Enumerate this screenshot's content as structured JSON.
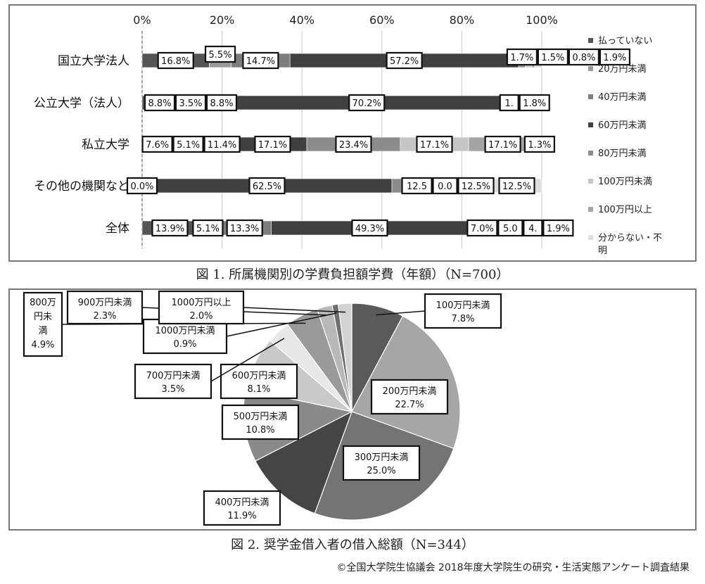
{
  "chart_data": [
    {
      "type": "bar",
      "orientation": "horizontal",
      "stacked": true,
      "title": "図 1. 所属機関別の学費負担額学費（年額）（N=700）",
      "xlim": [
        0,
        100
      ],
      "ticks": [
        "0%",
        "20%",
        "40%",
        "60%",
        "80%",
        "100%"
      ],
      "grid": true,
      "legend_position": "right",
      "categories": [
        "国立大学法人",
        "公立大学（法人）",
        "私立大学",
        "その他の機関など",
        "全体"
      ],
      "series": [
        {
          "name": "払っていない",
          "color": "#555555",
          "values": [
            16.8,
            8.8,
            7.6,
            0.0,
            13.9
          ],
          "labels": [
            "16.8%",
            "8.8%",
            "7.6%",
            "0.0%",
            "13.9%"
          ]
        },
        {
          "name": "20万円未満",
          "color": "#9a9a9a",
          "values": [
            5.5,
            3.5,
            5.1,
            0.0,
            5.1
          ],
          "labels": [
            "5.5%",
            "3.5%",
            "5.1%",
            "",
            "5.1%"
          ]
        },
        {
          "name": "40万円未満",
          "color": "#7d7d7d",
          "values": [
            14.7,
            8.8,
            11.4,
            0.0,
            13.3
          ],
          "labels": [
            "14.7%",
            "8.8%",
            "11.4%",
            "",
            "13.3%"
          ]
        },
        {
          "name": "60万円未満",
          "color": "#404040",
          "values": [
            57.2,
            70.2,
            17.1,
            62.5,
            49.3
          ],
          "labels": [
            "57.2%",
            "70.2%",
            "17.1%",
            "62.5%",
            "49.3%"
          ]
        },
        {
          "name": "80万円未満",
          "color": "#8c8c8c",
          "values": [
            1.7,
            1.1,
            23.4,
            12.5,
            7.0
          ],
          "labels": [
            "1.7%",
            "1.",
            "23.4%",
            "12.5",
            "7.0%"
          ]
        },
        {
          "name": "100万円未満",
          "color": "#c6c6c6",
          "values": [
            1.5,
            0.2,
            17.1,
            0.0,
            5.0
          ],
          "labels": [
            "1.5%",
            "",
            "17.1%",
            "0.0",
            "5.0"
          ]
        },
        {
          "name": "100万円以上",
          "color": "#a4a4a4",
          "values": [
            0.8,
            0.2,
            17.1,
            12.5,
            4.0
          ],
          "labels": [
            "0.8%",
            "",
            "17.1%",
            "12.5%",
            "4."
          ]
        },
        {
          "name": "分からない・不明",
          "color": "#dedede",
          "values": [
            1.9,
            1.8,
            1.3,
            12.5,
            1.9
          ],
          "labels": [
            "1.9%",
            "1.8%",
            "1.3%",
            "12.5%",
            "1.9%"
          ]
        }
      ]
    },
    {
      "type": "pie",
      "title": "図 2. 奨学金借入者の借入総額（N=344）",
      "slices": [
        {
          "name": "100万円未満",
          "value": 7.8,
          "label": "7.8%",
          "color": "#5a5a5a"
        },
        {
          "name": "200万円未満",
          "value": 22.7,
          "label": "22.7%",
          "color": "#a6a6a6"
        },
        {
          "name": "300万円未満",
          "value": 25.0,
          "label": "25.0%",
          "color": "#747474"
        },
        {
          "name": "400万円未満",
          "value": 11.9,
          "label": "11.9%",
          "color": "#454545"
        },
        {
          "name": "500万円未満",
          "value": 10.8,
          "label": "10.8%",
          "color": "#8a8a8a"
        },
        {
          "name": "600万円未満",
          "value": 8.1,
          "label": "8.1%",
          "color": "#c9c9c9"
        },
        {
          "name": "700万円未満",
          "value": 3.5,
          "label": "3.5%",
          "color": "#e8e8e8"
        },
        {
          "name": "800万円未満",
          "value": 4.9,
          "label": "4.9%",
          "color": "#9a9a9a"
        },
        {
          "name": "900万円未満",
          "value": 2.3,
          "label": "2.3%",
          "color": "#b8b8b8"
        },
        {
          "name": "1000万円未満",
          "value": 0.9,
          "label": "0.9%",
          "color": "#6e6e6e"
        },
        {
          "name": "1000万円以上",
          "value": 2.0,
          "label": "2.0%",
          "color": "#d2d2d2"
        }
      ]
    }
  ],
  "captions": {
    "fig1": "図 1. 所属機関別の学費負担額学費（年額）（N=700）",
    "fig2": "図 2. 奨学金借入者の借入総額（N=344）"
  },
  "credit": "©全国大学院生協議会 2018年度大学院生の研究・生活実態アンケート調査結果"
}
